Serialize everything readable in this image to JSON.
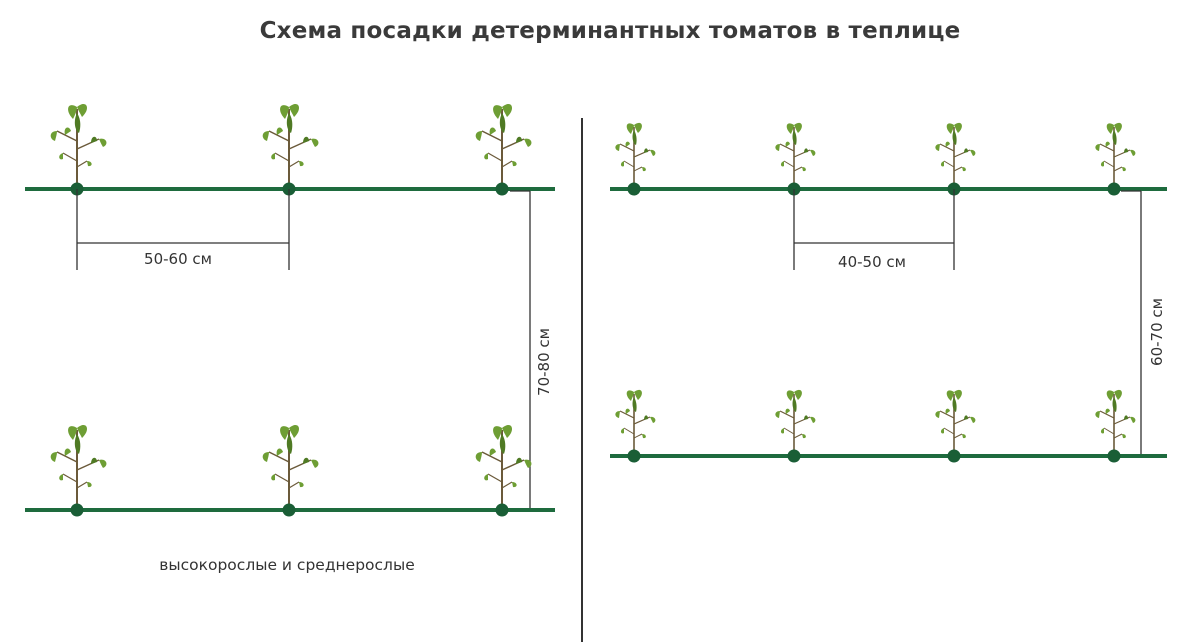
{
  "title": "Схема посадки детерминантных томатов в теплице",
  "left_scheme": {
    "row_spacing_label": "50-60 см",
    "between_rows_label": "70-80 см",
    "caption": "высокорослые и среднерослые"
  },
  "right_scheme": {
    "row_spacing_label": "40-50 см",
    "between_rows_label": "60-70 см"
  },
  "colors": {
    "bed_line": "#1e6b3e",
    "plant_dot": "#1a5e36",
    "leaf": "#6e9e34",
    "leaf_dark": "#4f7a24",
    "stem": "#6b5a3a",
    "dimension_line": "#333333",
    "divider": "#333333"
  }
}
